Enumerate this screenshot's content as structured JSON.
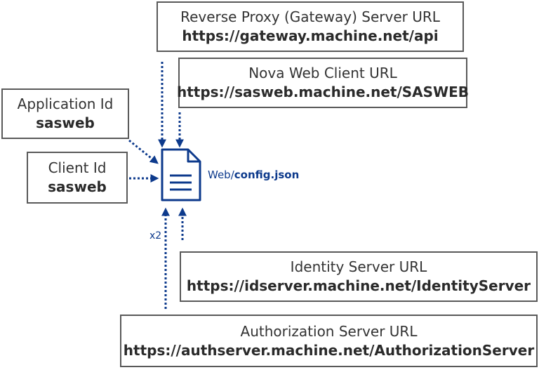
{
  "config_file": {
    "folder": "Web/",
    "name": "config.json"
  },
  "multiplier": "x2",
  "boxes": {
    "gateway": {
      "title": "Reverse Proxy (Gateway) Server URL",
      "value": "https://gateway.machine.net/api"
    },
    "web_client": {
      "title": "Nova Web Client URL",
      "value": "https://sasweb.machine.net/SASWEB"
    },
    "application_id": {
      "title": "Application Id",
      "value": "sasweb"
    },
    "client_id": {
      "title": "Client Id",
      "value": "sasweb"
    },
    "identity": {
      "title": "Identity Server URL",
      "value": "https://idserver.machine.net/IdentityServer"
    },
    "authorization": {
      "title": "Authorization Server URL",
      "value": "https://authserver.machine.net/AuthorizationServer"
    }
  },
  "colors": {
    "accent": "#0d3a8c",
    "border": "#595959",
    "text": "#333333"
  }
}
